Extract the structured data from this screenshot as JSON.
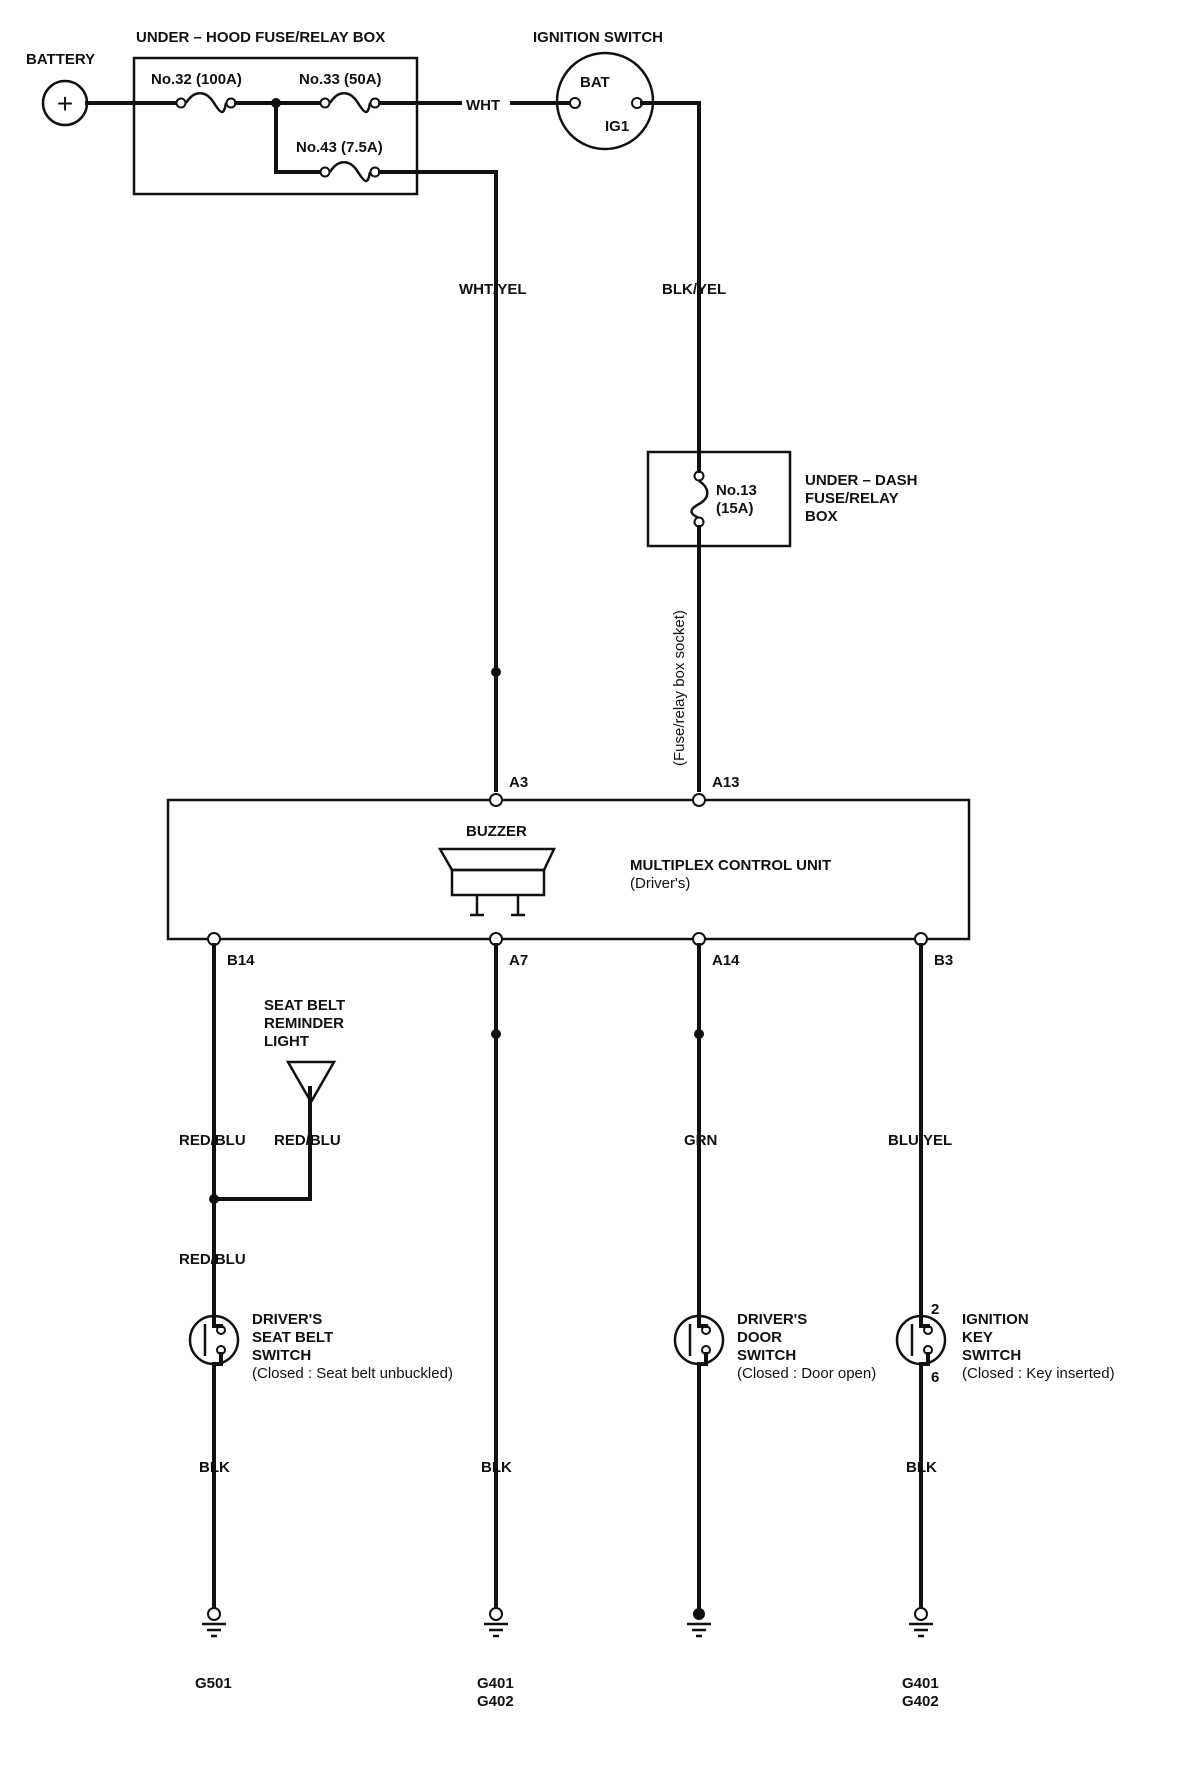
{
  "labels": {
    "battery": "BATTERY",
    "battery_symbol": "+",
    "underhood_box": "UNDER – HOOD FUSE/RELAY BOX",
    "fuse32": "No.32 (100A)",
    "fuse33": "No.33 (50A)",
    "fuse43": "No.43 (7.5A)",
    "ignition_switch": "IGNITION SWITCH",
    "bat": "BAT",
    "ig1": "IG1",
    "wht": "WHT",
    "wht_yel": "WHT/YEL",
    "blk_yel": "BLK/YEL",
    "underdash_fuse": "No.13",
    "underdash_fuse_rating": "(15A)",
    "underdash_box_l1": "UNDER – DASH",
    "underdash_box_l2": "FUSE/RELAY",
    "underdash_box_l3": "BOX",
    "socket_note": "(Fuse/relay box socket)",
    "pin_a3": "A3",
    "pin_a13": "A13",
    "buzzer": "BUZZER",
    "mcu_title": "MULTIPLEX CONTROL UNIT",
    "mcu_sub": "(Driver's)",
    "pin_b14": "B14",
    "pin_a7": "A7",
    "pin_a14": "A14",
    "pin_b3": "B3",
    "reminder_l1": "SEAT BELT",
    "reminder_l2": "REMINDER",
    "reminder_l3": "LIGHT",
    "red_blu": "RED/BLU",
    "grn": "GRN",
    "blu_yel": "BLU/YEL",
    "seatbelt_sw_l1": "DRIVER'S",
    "seatbelt_sw_l2": "SEAT BELT",
    "seatbelt_sw_l3": "SWITCH",
    "seatbelt_sw_note": "(Closed : Seat belt unbuckled)",
    "door_sw_l1": "DRIVER'S",
    "door_sw_l2": "DOOR",
    "door_sw_l3": "SWITCH",
    "door_sw_note": "(Closed : Door open)",
    "key_sw_l1": "IGNITION",
    "key_sw_l2": "KEY",
    "key_sw_l3": "SWITCH",
    "key_sw_note": "(Closed : Key inserted)",
    "key_pin_2": "2",
    "key_pin_6": "6",
    "blk": "BLK",
    "g501": "G501",
    "g401": "G401",
    "g402": "G402"
  }
}
